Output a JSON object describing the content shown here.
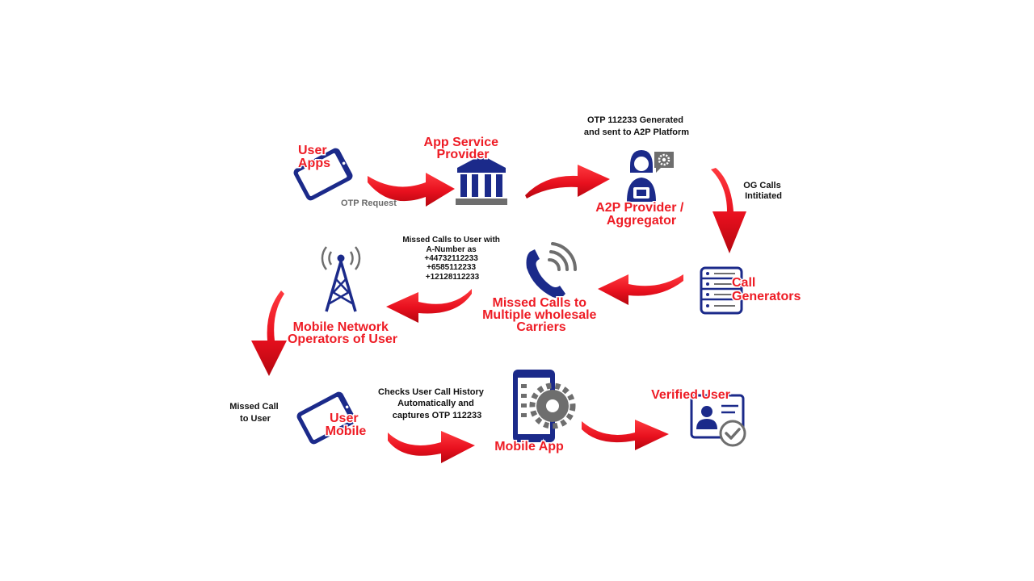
{
  "colors": {
    "arrow_red": "#e8101e",
    "label_red": "#ee1c25",
    "icon_navy": "#1b2a8a",
    "icon_gray": "#6e6e6e"
  },
  "nodes": {
    "user_apps": {
      "icon": "smartphone-icon",
      "label": [
        "User",
        "Apps"
      ]
    },
    "app_service_provider": {
      "icon": "bank-building-icon",
      "label": [
        "App Service",
        "Provider"
      ]
    },
    "a2p_provider": {
      "icon": "operator-person-icon",
      "label": [
        "A2P Provider /",
        "Aggregator"
      ]
    },
    "call_generators": {
      "icon": "server-rack-icon",
      "label": [
        "Call",
        "Generators"
      ]
    },
    "wholesale_carriers": {
      "icon": "phone-call-icon",
      "label": [
        "Missed Calls to",
        "Multiple wholesale",
        "Carriers"
      ]
    },
    "mobile_network_operators": {
      "icon": "cell-tower-icon",
      "label": [
        "Mobile Network",
        "Operators of User"
      ]
    },
    "user_mobile": {
      "icon": "smartphone-icon",
      "label": [
        "User",
        "Mobile"
      ]
    },
    "mobile_app": {
      "icon": "phone-gear-icon",
      "label": [
        "Mobile App"
      ]
    },
    "verified_user": {
      "icon": "verified-id-card-icon",
      "label": [
        "Verified User"
      ]
    }
  },
  "annotations": {
    "otp_request": "OTP Request",
    "otp_generated": [
      "OTP 112233 Generated",
      "and sent to A2P Platform"
    ],
    "og_calls": [
      "OG Calls",
      "Intitiated"
    ],
    "missed_calls_numbers": [
      "Missed Calls to User with",
      "A-Number as",
      "+44732112233",
      "+6585112233",
      "+12128112233"
    ],
    "missed_call_to_user": [
      "Missed Call",
      "to User"
    ],
    "checks_history": [
      "Checks User Call History",
      "Automatically and",
      "captures OTP 112233"
    ]
  }
}
